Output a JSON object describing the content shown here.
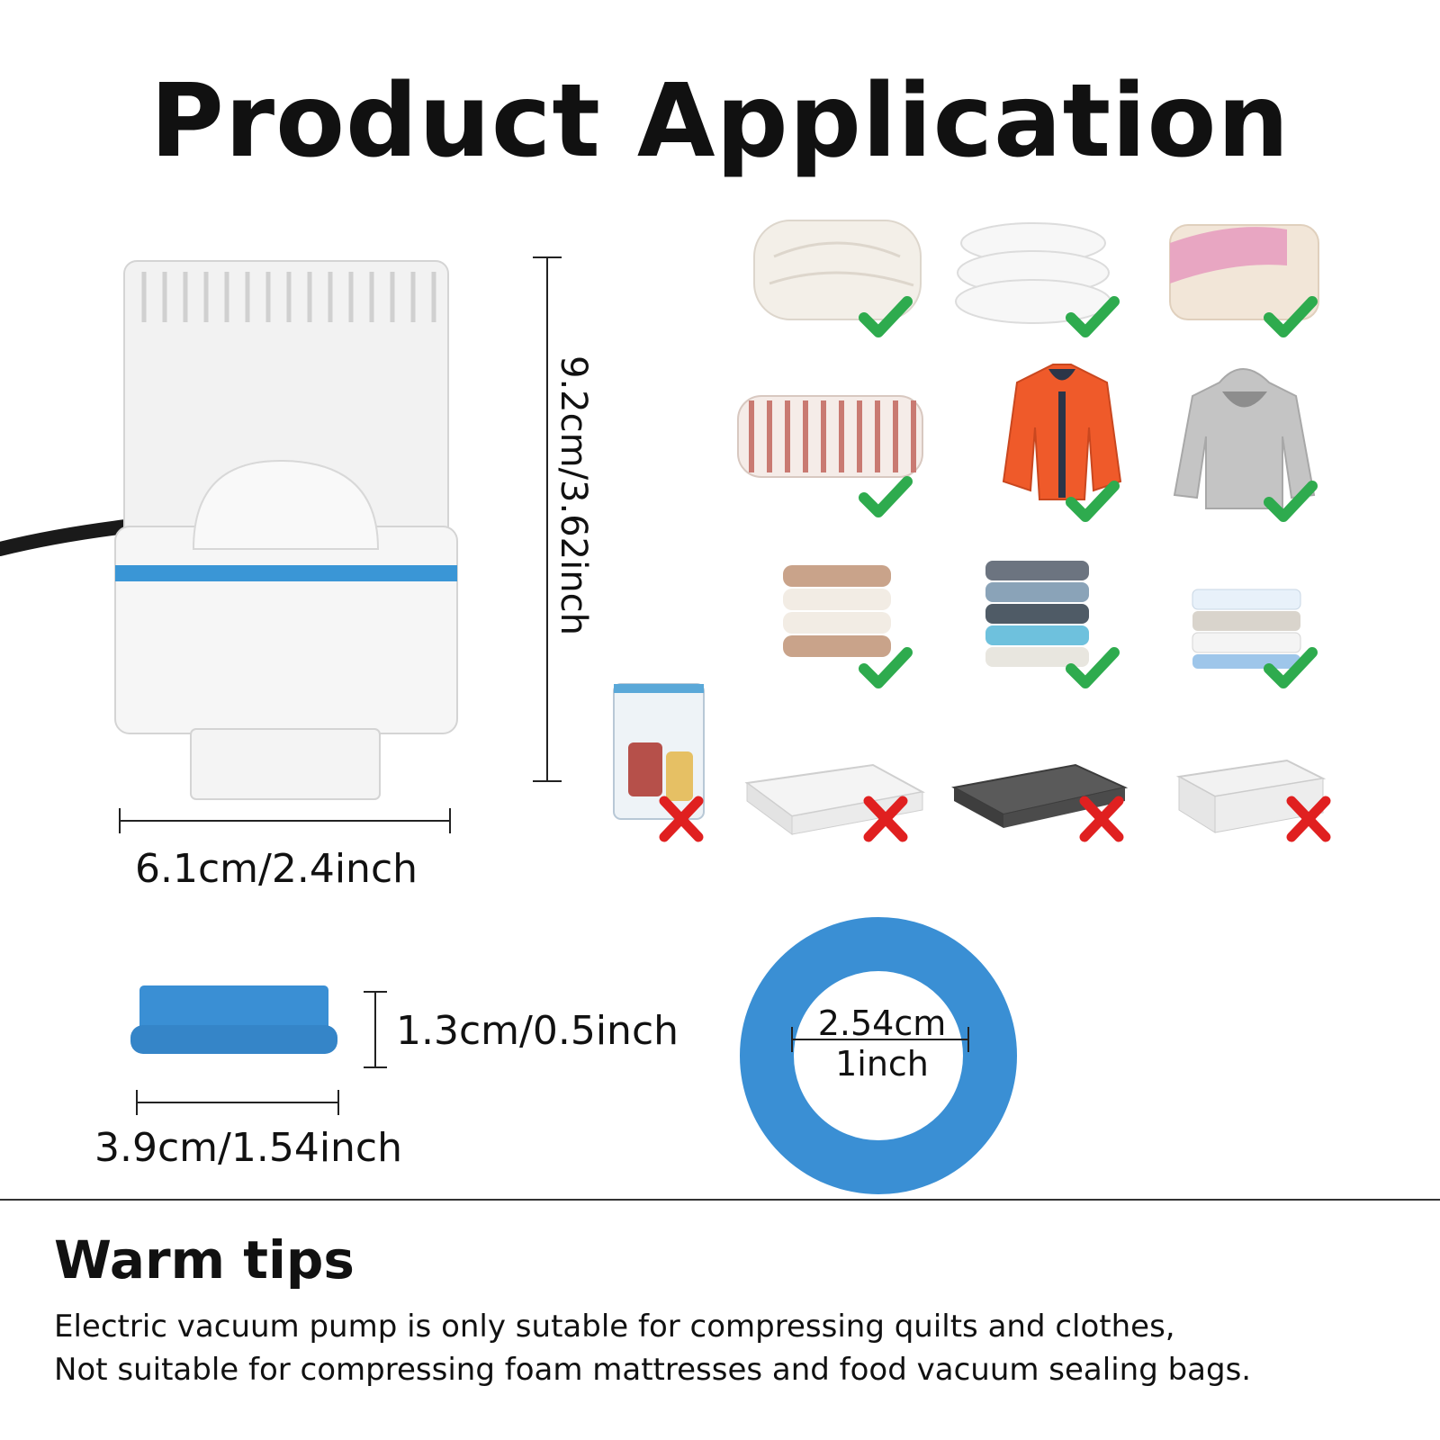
{
  "title": "Product Application",
  "dimensions": {
    "pump_height": "9.2cm/3.62inch",
    "pump_width": "6.1cm/2.4inch",
    "cap_height": "1.3cm/0.5inch",
    "cap_width": "3.9cm/1.54inch",
    "ring_inner_cm": "2.54cm",
    "ring_inner_inch": "1inch"
  },
  "applications": {
    "suitable": [
      "quilt",
      "pillows",
      "blanket",
      "striped-blanket",
      "down-jacket",
      "hoodie",
      "towels",
      "sweaters",
      "shirts"
    ],
    "unsuitable": [
      "food-vacuum-bags",
      "foam-mattress",
      "mattress-topper",
      "mattress"
    ]
  },
  "colors": {
    "check": "#2eab4e",
    "cross": "#e02020",
    "pump_accent": "#3a96d6",
    "cap_blue": "#3a8fd4"
  },
  "warm_tips": {
    "title": "Warm tips",
    "line1": "Electric vacuum pump is only sutable for compressing quilts and clothes,",
    "line2": "Not suitable for compressing foam mattresses and food vacuum sealing bags."
  }
}
